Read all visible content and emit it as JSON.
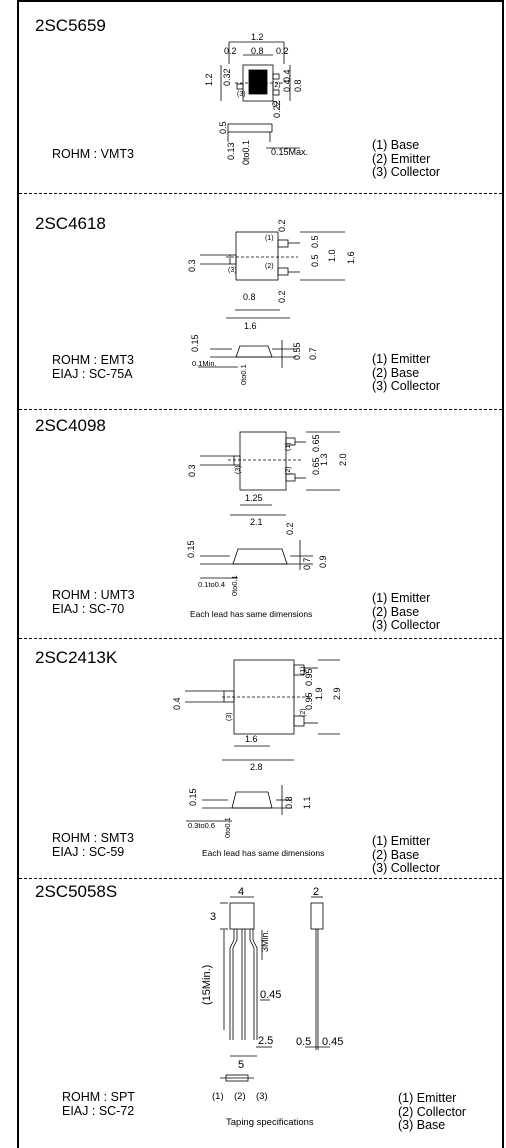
{
  "sections": [
    {
      "part": "2SC5659",
      "package_lines": [
        "ROHM : VMT3"
      ],
      "pins": [
        "(1) Base",
        "(2) Emitter",
        "(3) Collector"
      ],
      "dims": [
        "1.2",
        "0.2",
        "0.8",
        "0.2",
        "1.2",
        "0.32",
        "0.4",
        "0.4",
        "0.8",
        "0.22",
        "0.5",
        "0.13",
        "0to0.1",
        "0.15Max."
      ],
      "pin_labels": [
        "(1)",
        "(2)",
        "(3)"
      ]
    },
    {
      "part": "2SC4618",
      "package_lines": [
        "ROHM : EMT3",
        "EIAJ : SC-75A"
      ],
      "pins": [
        "(1) Emitter",
        "(2) Base",
        "(3) Collector"
      ],
      "dims": [
        "0.2",
        "0.5",
        "0.5",
        "1.0",
        "1.6",
        "0.3",
        "0.8",
        "0.2",
        "1.6",
        "0.15",
        "0.55",
        "0.7",
        "0.1Min.",
        "0to0.1"
      ],
      "pin_labels": [
        "(1)",
        "(2)",
        "(3)"
      ]
    },
    {
      "part": "2SC4098",
      "package_lines": [
        "ROHM : UMT3",
        "EIAJ : SC-70"
      ],
      "pins": [
        "(1) Emitter",
        "(2) Base",
        "(3) Collector"
      ],
      "dims": [
        "0.65",
        "0.65",
        "1.3",
        "2.0",
        "0.3",
        "1.25",
        "2.1",
        "0.2",
        "0.15",
        "0.7",
        "0.9",
        "0.1to0.4",
        "0to0.1"
      ],
      "pin_labels": [
        "(1)",
        "(2)",
        "(3)"
      ],
      "note": "Each lead has same dimensions"
    },
    {
      "part": "2SC2413K",
      "package_lines": [
        "ROHM : SMT3",
        "EIAJ : SC-59"
      ],
      "pins": [
        "(1) Emitter",
        "(2) Base",
        "(3) Collector"
      ],
      "dims": [
        "0.95",
        "0.95",
        "1.9",
        "2.9",
        "0.4",
        "1.6",
        "2.8",
        "0.15",
        "0.8",
        "1.1",
        "0.3to0.6",
        "0to0.1"
      ],
      "pin_labels": [
        "(1)",
        "(2)",
        "(3)"
      ],
      "note": "Each lead has same dimensions"
    },
    {
      "part": "2SC5058S",
      "package_lines": [
        "ROHM : SPT",
        "EIAJ : SC-72"
      ],
      "pins": [
        "(1) Emitter",
        "(2) Collector",
        "(3) Base"
      ],
      "dims": [
        "4",
        "2",
        "3",
        "3Min.",
        "(15Min.)",
        "0.45",
        "2.5",
        "5",
        "0.5",
        "0.45"
      ],
      "pin_labels": [
        "(1)",
        "(2)",
        "(3)"
      ],
      "note": "Taping specifications"
    }
  ]
}
